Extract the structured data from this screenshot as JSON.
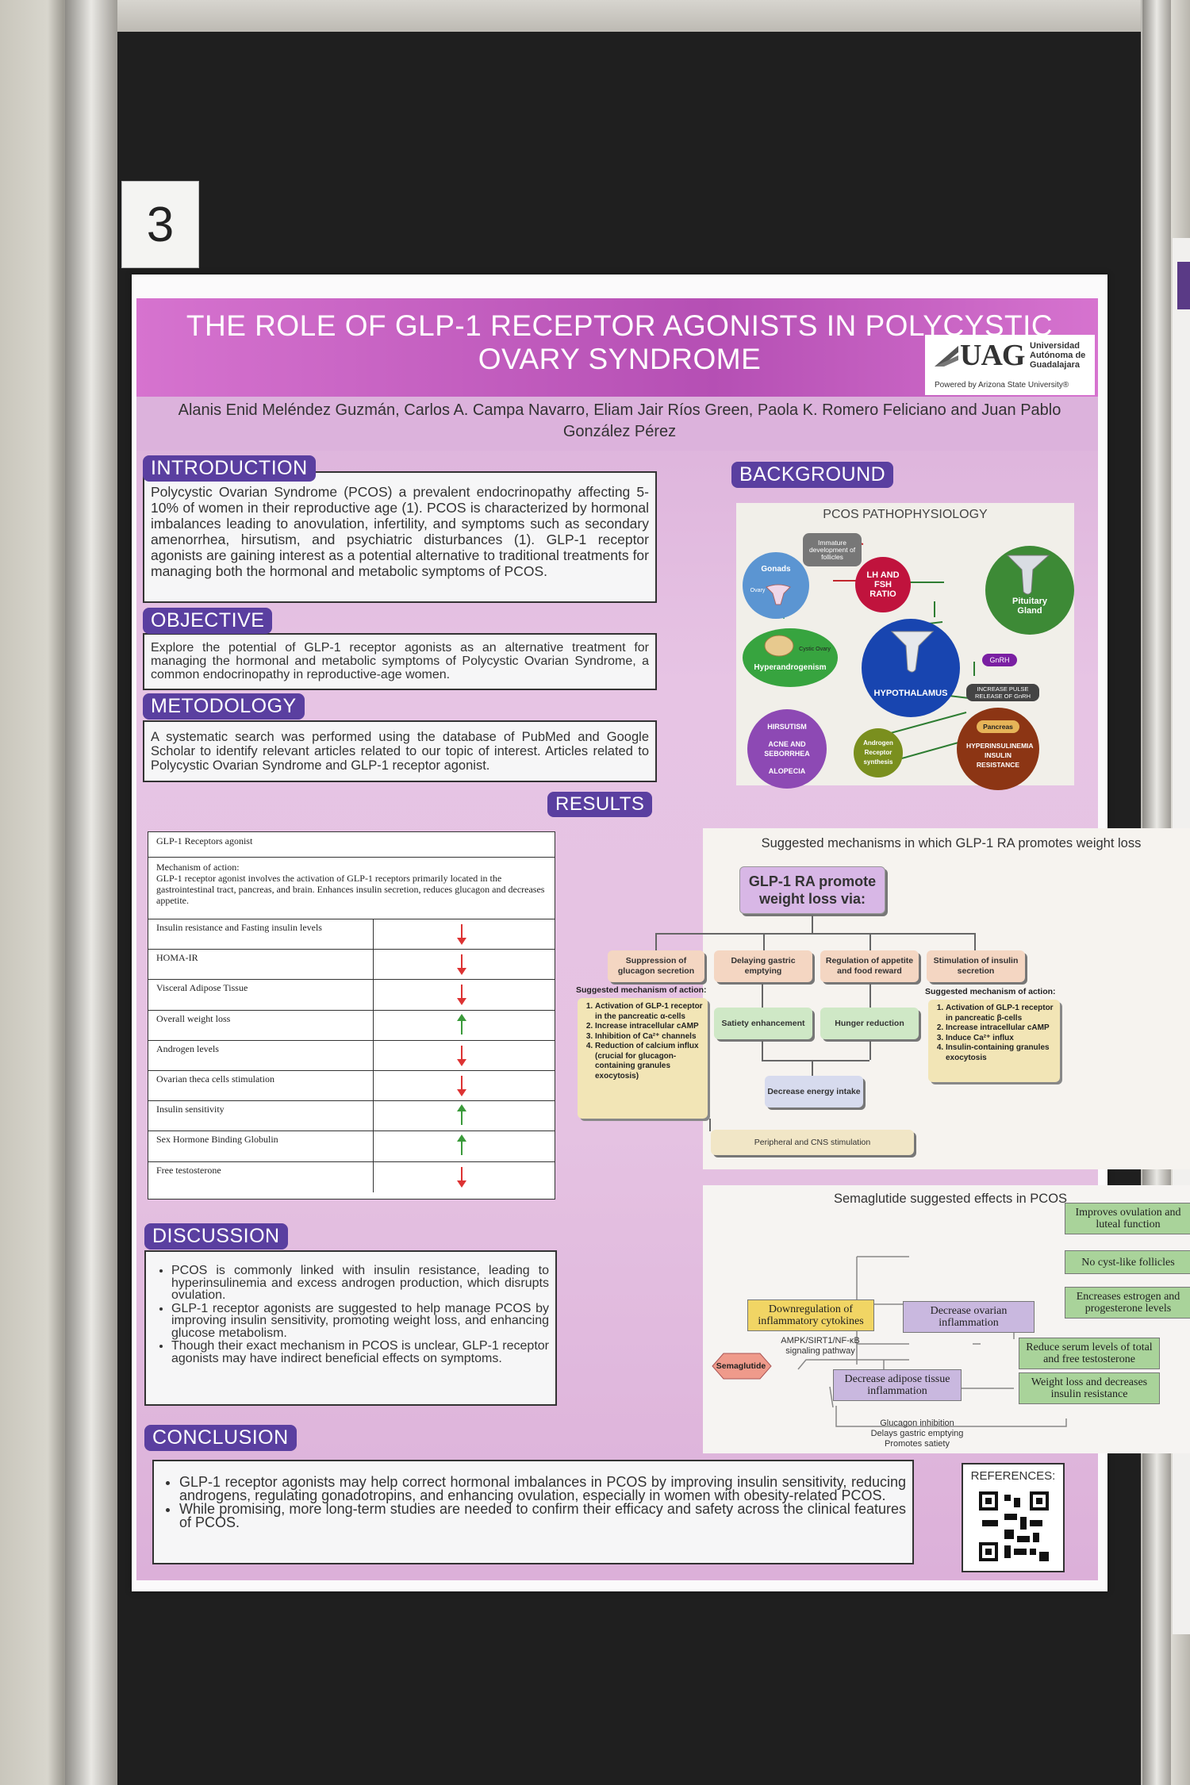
{
  "card_number": "3",
  "title": "THE ROLE OF GLP-1 RECEPTOR AGONISTS IN POLYCYSTIC OVARY SYNDROME",
  "logo": {
    "mark": "UAG",
    "name": "Universidad Autónoma de Guadalajara",
    "sub": "Powered by Arizona State University®"
  },
  "authors": "Alanis Enid Meléndez Guzmán, Carlos A. Campa Navarro, Eliam Jair Ríos Green, Paola K. Romero Feliciano and Juan Pablo González Pérez",
  "introduction": {
    "label": "INTRODUCTION",
    "text": "Polycystic Ovarian Syndrome (PCOS) a prevalent endocrinopathy affecting 5-10% of women in their reproductive age (1). PCOS is characterized by hormonal imbalances leading to anovulation, infertility, and symptoms such as secondary amenorrhea, hirsutism, and psychiatric disturbances (1). GLP-1 receptor agonists are gaining interest as a potential alternative to traditional treatments for managing both the hormonal and metabolic symptoms of PCOS."
  },
  "objective": {
    "label": "OBJECTIVE",
    "text": "Explore the potential of GLP-1 receptor agonists as an alternative treatment for managing the hormonal and metabolic symptoms of Polycystic Ovarian Syndrome, a common endocrinopathy in reproductive-age women."
  },
  "methodology": {
    "label": "METODOLOGY",
    "text": "A systematic search was performed using the database of PubMed and Google Scholar to identify relevant articles related to our topic of interest. Articles related to Polycystic Ovarian Syndrome and GLP-1 receptor agonist."
  },
  "background": {
    "label": "BACKGROUND",
    "diagram_title": "PCOS PATHOPHYSIOLOGY",
    "nodes": {
      "gonads": "Gonads",
      "ovary": "Ovary",
      "immature": "Immature development of follicles",
      "lh": "LH AND FSH RATIO",
      "pituitary": "Pituitary Gland",
      "cystic": "Cystic Ovary",
      "hyperandrogenism": "Hyperandrogenism",
      "hypothalamus": "HYPOTHALAMUS",
      "gnrh": "GnRH",
      "pulse": "INCREASE PULSE RELEASE OF GnRH",
      "hirsutism": "HIRSUTISM",
      "acne": "ACNE AND SEBORRHEA",
      "alopecia": "ALOPECIA",
      "androgen": "Androgen Receptor synthesis",
      "pancreas": "Pancreas",
      "hyperins": "HYPERINSULINEMIA INSULIN RESISTANCE"
    }
  },
  "results": {
    "label": "RESULTS",
    "table": {
      "header": "GLP-1 Receptors agonist",
      "mechanism_title": "Mechanism of action:",
      "mechanism_text": "GLP-1 receptor agonist involves the activation of GLP-1 receptors primarily located in the gastrointestinal tract, pancreas, and brain. Enhances insulin secretion, reduces glucagon and decreases appetite.",
      "rows": [
        {
          "label": "Insulin resistance and Fasting insulin levels",
          "dir": "down"
        },
        {
          "label": "HOMA-IR",
          "dir": "down"
        },
        {
          "label": "Visceral Adipose Tissue",
          "dir": "down"
        },
        {
          "label": "Overall weight loss",
          "dir": "up"
        },
        {
          "label": "Androgen levels",
          "dir": "down"
        },
        {
          "label": "Ovarian theca cells stimulation",
          "dir": "down"
        },
        {
          "label": "Insulin sensitivity",
          "dir": "up"
        },
        {
          "label": "Sex Hormone Binding Globulin",
          "dir": "up"
        },
        {
          "label": "Free testosterone",
          "dir": "down"
        }
      ]
    },
    "mechanism": {
      "title": "Suggested mechanisms in which GLP-1 RA promotes weight loss",
      "root": "GLP-1 RA promote weight loss via:",
      "b1": "Suppression of glucagon secretion",
      "b2": "Delaying gastric emptying",
      "b3": "Regulation of appetite and food reward",
      "b4": "Stimulation of insulin secretion",
      "suggested": "Suggested mechanism of action:",
      "left_list": [
        "Activation of GLP-1 receptor in the pancreatic α-cells",
        "Increase intracellular cAMP",
        "Inhibition of Ca²⁺ channels",
        "Reduction of calcium influx (crucial for glucagon-containing granules exocytosis)"
      ],
      "right_list": [
        "Activation of GLP-1 receptor in pancreatic β-cells",
        "Increase intracellular cAMP",
        "Induce Ca²⁺ influx",
        "Insulin-containing granules exocytosis"
      ],
      "satiety": "Satiety enhancement",
      "hunger": "Hunger reduction",
      "energy": "Decrease energy intake",
      "cns": "Peripheral and CNS stimulation"
    },
    "semaglutide": {
      "title": "Semaglutide suggested effects in PCOS",
      "semaglutide": "Semaglutide",
      "downreg": "Downregulation of inflammatory cytokines",
      "pathway": "AMPK/SIRT1/NF-κB signaling pathway",
      "ovarian": "Decrease ovarian inflammation",
      "adipose": "Decrease adipose tissue inflammation",
      "improves": "Improves ovulation and luteal function",
      "nocyst": "No cyst-like follicles",
      "estrogen": "Encreases estrogen and progesterone levels",
      "serum": "Reduce serum levels of total and free testosterone",
      "weight": "Weight loss and decreases insulin resistance",
      "glucagon": "Glucagon inhibition",
      "gastric": "Delays gastric emptying",
      "satiety": "Promotes satiety"
    }
  },
  "discussion": {
    "label": "DISCUSSION",
    "items": [
      "PCOS is commonly linked with insulin resistance, leading to hyperinsulinemia and excess androgen production, which disrupts ovulation.",
      "GLP-1 receptor agonists are suggested to help manage PCOS by improving insulin sensitivity, promoting weight loss, and enhancing glucose metabolism.",
      "Though their exact mechanism in PCOS is unclear, GLP-1 receptor agonists may have indirect beneficial effects on symptoms."
    ]
  },
  "conclusion": {
    "label": "CONCLUSION",
    "items": [
      "GLP-1 receptor agonists may help correct hormonal imbalances in PCOS by improving insulin sensitivity, reducing androgens, regulating gonadotropins, and enhancing ovulation, especially in women with obesity-related PCOS.",
      "While promising, more long-term studies are needed to confirm their efficacy and safety across the clinical features of PCOS."
    ]
  },
  "references_label": "REFERENCES:"
}
